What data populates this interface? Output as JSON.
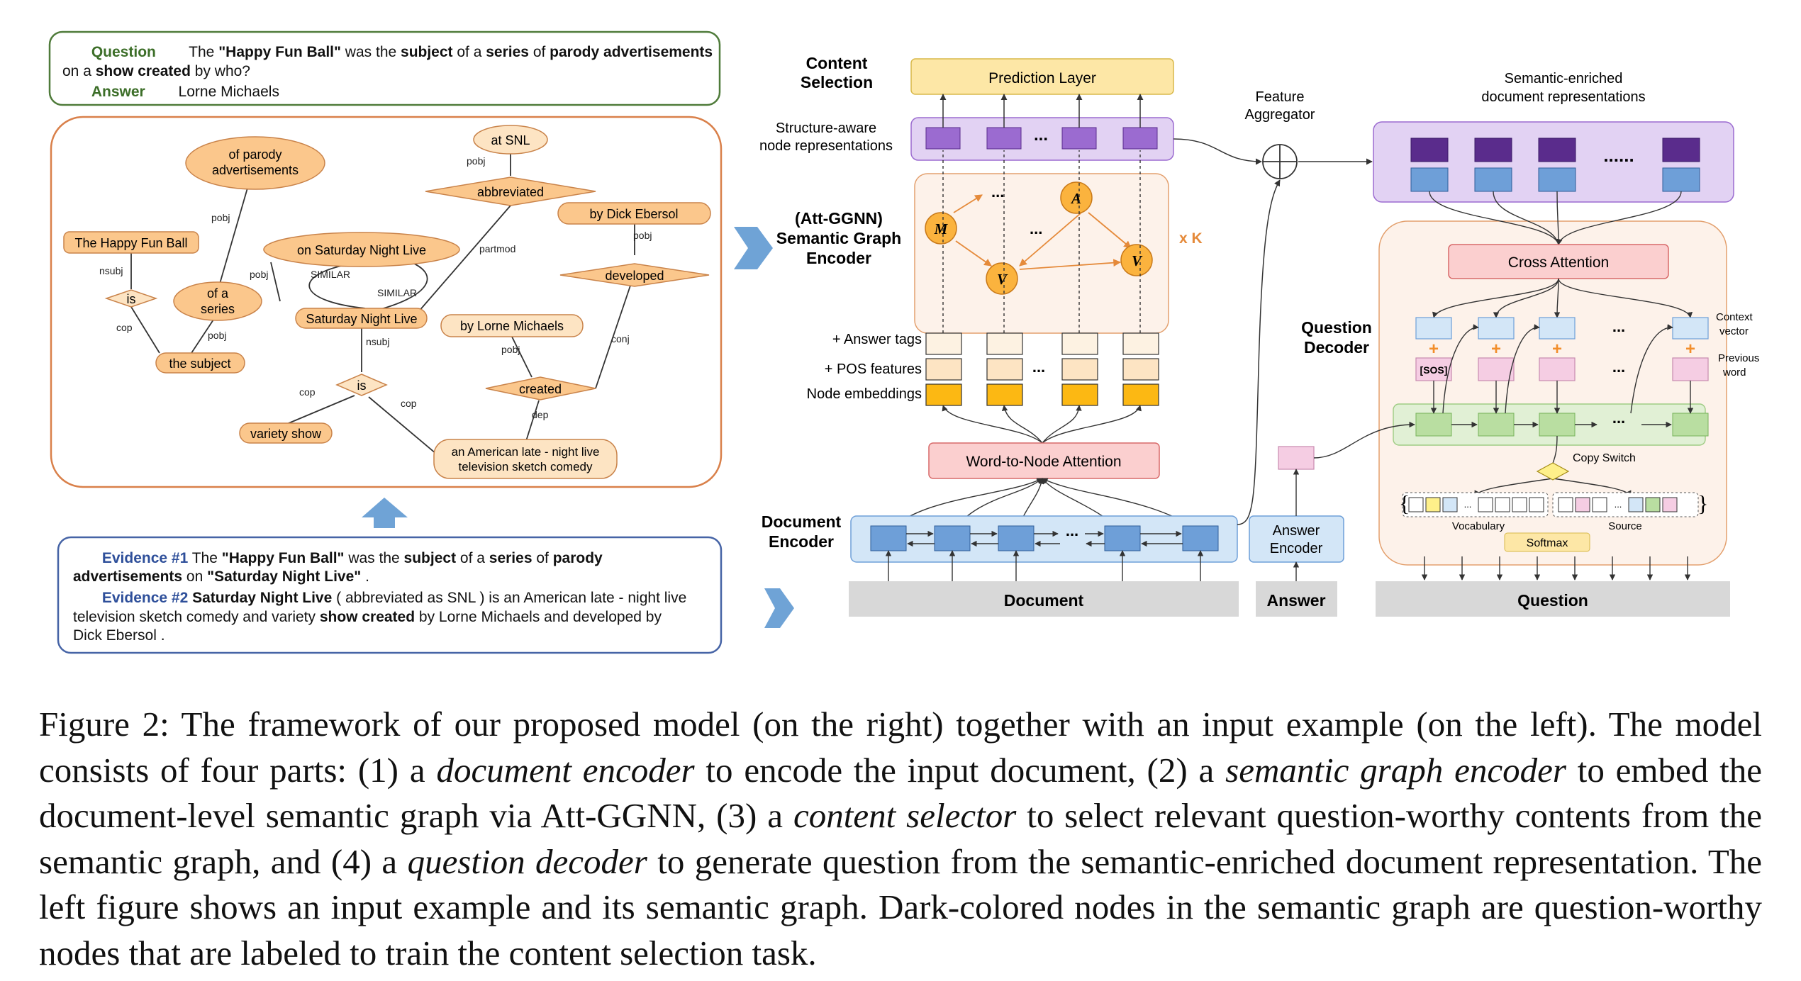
{
  "example": {
    "qa": {
      "question_label": "Question",
      "question_line1": [
        {
          "t": "The ",
          "b": false
        },
        {
          "t": "\"Happy Fun Ball\"",
          "b": true
        },
        {
          "t": " was the ",
          "b": false
        },
        {
          "t": "subject",
          "b": true
        },
        {
          "t": " of a ",
          "b": false
        },
        {
          "t": "series",
          "b": true
        },
        {
          "t": " of ",
          "b": false
        },
        {
          "t": "parody advertisements",
          "b": true
        }
      ],
      "question_line2": [
        {
          "t": "on a ",
          "b": false
        },
        {
          "t": "show created",
          "b": true
        },
        {
          "t": " by who?",
          "b": false
        }
      ],
      "answer_label": "Answer",
      "answer_text": "Lorne Michaels"
    },
    "graph": {
      "nodes": {
        "n_parody": [
          "of parody",
          "advertisements"
        ],
        "n_atsnl": "at SNL",
        "n_abbrev": "abbreviated",
        "n_dick": "by Dick Ebersol",
        "n_fun": "The Happy Fun Ball",
        "n_onsat": "on Saturday Night Live",
        "n_developed": "developed",
        "n_is1": "is",
        "n_ofa": [
          "of a",
          "series"
        ],
        "n_snl": "Saturday Night Live",
        "n_lorne": "by Lorne Michaels",
        "n_subject": "the subject",
        "n_created": "created",
        "n_is2": "is",
        "n_variety": "variety show",
        "n_american": [
          "an American late - night live",
          "television sketch comedy"
        ]
      },
      "edges": {
        "e_pobj1": "pobj",
        "e_pobj2": "pobj",
        "e_pobj3": "pobj",
        "e_pobj4": "pobj",
        "e_pobj5": "pobj",
        "e_pobj6": "pobj",
        "e_nsubj1": "nsubj",
        "e_nsubj2": "nsubj",
        "e_cop1": "cop",
        "e_cop2": "cop",
        "e_cop3": "cop",
        "e_partmod": "partmod",
        "e_similar1": "SIMILAR",
        "e_similar2": "SIMILAR",
        "e_conj": "conj",
        "e_dep": "dep"
      }
    },
    "evidence": {
      "ev1_label": "Evidence #1",
      "ev1_line1": [
        {
          "t": " The ",
          "b": false
        },
        {
          "t": "\"Happy Fun Ball\"",
          "b": true
        },
        {
          "t": " was the ",
          "b": false
        },
        {
          "t": "subject",
          "b": true
        },
        {
          "t": " of a ",
          "b": false
        },
        {
          "t": "series",
          "b": true
        },
        {
          "t": " of ",
          "b": false
        },
        {
          "t": "parody",
          "b": true
        }
      ],
      "ev1_line2": [
        {
          "t": "advertisements",
          "b": true
        },
        {
          "t": " on ",
          "b": false
        },
        {
          "t": "\"Saturday Night Live\"",
          "b": true
        },
        {
          "t": " .",
          "b": false
        }
      ],
      "ev2_label": "Evidence #2",
      "ev2_line1": [
        {
          "t": " Saturday Night Live",
          "b": true
        },
        {
          "t": " ( abbreviated as SNL ) is an American late - night live",
          "b": false
        }
      ],
      "ev2_line2": [
        {
          "t": "television sketch comedy and variety ",
          "b": false
        },
        {
          "t": "show created",
          "b": true
        },
        {
          "t": " by Lorne Michaels and developed by",
          "b": false
        }
      ],
      "ev2_line3": [
        {
          "t": "Dick Ebersol .",
          "b": false
        }
      ]
    }
  },
  "model": {
    "content_selection": [
      "Content",
      "Selection"
    ],
    "prediction_layer": "Prediction Layer",
    "structure_aware": [
      "Structure-aware",
      "node representations"
    ],
    "feature_aggregator": [
      "Feature",
      "Aggregator"
    ],
    "semantic_enriched": [
      "Semantic-enriched",
      "document representations"
    ],
    "att_ggnn": [
      "(Att-GGNN)",
      "Semantic Graph",
      "Encoder"
    ],
    "node_M": "M",
    "node_A": "A",
    "node_V": "V",
    "times_k": "x K",
    "answer_tags": "+ Answer tags",
    "pos_features": "+ POS features",
    "node_embeddings": "Node embeddings",
    "word_to_node": "Word-to-Node Attention",
    "document_encoder": [
      "Document",
      "Encoder"
    ],
    "answer_encoder": [
      "Answer",
      "Encoder"
    ],
    "document": "Document",
    "answer": "Answer",
    "question": "Question",
    "cross_attention": "Cross Attention",
    "question_decoder": [
      "Question",
      "Decoder"
    ],
    "context_vector": [
      "Context",
      "vector"
    ],
    "previous_word": [
      "Previous",
      "word"
    ],
    "sos": "[SOS]",
    "plus": "+",
    "dots": "...",
    "dots_long": "......",
    "copy_switch": "Copy Switch",
    "vocabulary": "Vocabulary",
    "source": "Source",
    "softmax": "Softmax"
  },
  "caption": [
    {
      "t": "Figure 2: The framework of our proposed model (on the right) together with an input example (on the left). The model consists of four parts: (1) a ",
      "i": false
    },
    {
      "t": "document encoder",
      "i": true
    },
    {
      "t": " to encode the input document, (2) a ",
      "i": false
    },
    {
      "t": "semantic graph encoder",
      "i": true
    },
    {
      "t": " to embed the document-level semantic graph via Att-GGNN, (3) a ",
      "i": false
    },
    {
      "t": "content selector",
      "i": true
    },
    {
      "t": " to select relevant question-worthy contents from the semantic graph, and (4) a ",
      "i": false
    },
    {
      "t": "question decoder",
      "i": true
    },
    {
      "t": " to generate question from the semantic-enriched document representation. The left figure shows an input example and its semantic graph. Dark-colored nodes in the semantic graph are question-worthy nodes that are labeled to train the content selection task.",
      "i": false
    }
  ],
  "colors": {
    "qa_border": "#4f7b3a",
    "qa_label": "#3c6e28",
    "graph_border": "#d9804a",
    "node_fill": "#fbc78c",
    "node_fill_light": "#fde4c3",
    "node_stroke": "#c9834a",
    "evidence_border": "#4664a6",
    "evidence_label": "#2e4f9a",
    "up_arrow": "#6fa3d6",
    "purple_dark": "#5a2c8c",
    "purple_mid": "#9b6bd0",
    "purple_light": "#e2d2f3",
    "blue_cell": "#6e9fd8",
    "blue_light": "#d3e6f7",
    "prediction": "#fde7a6",
    "word_node": "#fbcfcf",
    "word_node_border": "#d86a6a",
    "yellow": "#fcb813",
    "green_band": "#e1f0d5",
    "green_cell": "#b9dea1",
    "pink_cell": "#f5cde3",
    "decoder_bg": "#fdf2ea",
    "orange_plus": "#f28e2b",
    "grey": "#d8d8d8"
  }
}
